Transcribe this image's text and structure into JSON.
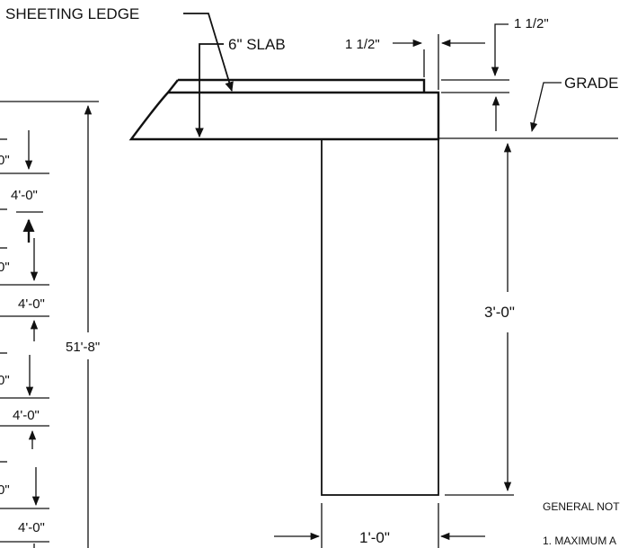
{
  "labels": {
    "sheeting_ledge": "SHEETING LEDGE",
    "slab": "6\" SLAB",
    "ledge_width": "1 1/2\"",
    "ledge_height": "1 1/2\"",
    "grade": "GRADE",
    "footing_depth": "3'-0\"",
    "footing_width": "1'-0\"",
    "overall_height": "51'-8\"",
    "general_notes_heading": "GENERAL NOT",
    "general_note_1": "1. MAXIMUM A"
  },
  "left_column": {
    "spacing_labels": [
      "4'-0\"",
      "4'-0\"",
      "4'-0\"",
      "4'-0\""
    ],
    "partial_labels": [
      "0\"",
      "0\"",
      "0\"",
      "0\""
    ]
  }
}
